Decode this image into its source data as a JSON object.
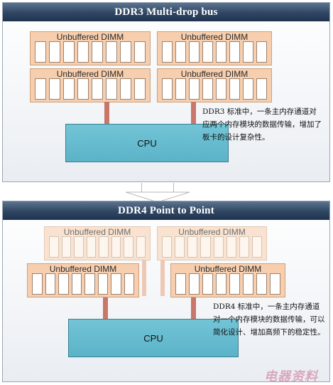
{
  "ddr3": {
    "title": "DDR3 Multi-drop bus",
    "dimm_label": "Unbuffered DIMM",
    "cpu_label": "CPU",
    "note": "DDR3 标准中，一条主内存通道对应两个内存模块的数据传输，增加了板卡的设计复杂性。"
  },
  "ddr4": {
    "title": "DDR4 Point to Point",
    "dimm_label": "Unbuffered DIMM",
    "cpu_label": "CPU",
    "note": "DDR4 标准中，一条主内存通道对一个内存模块的数据传输，可以简化设计、增加高频下的稳定性。"
  },
  "watermark": "电器资料",
  "colors": {
    "dimm": "#f8cfae",
    "dimm_faded": "#f9e3d0",
    "bus": "#c9776b",
    "cpu": "#5bb3c8",
    "title_bar": "#2f4663"
  }
}
